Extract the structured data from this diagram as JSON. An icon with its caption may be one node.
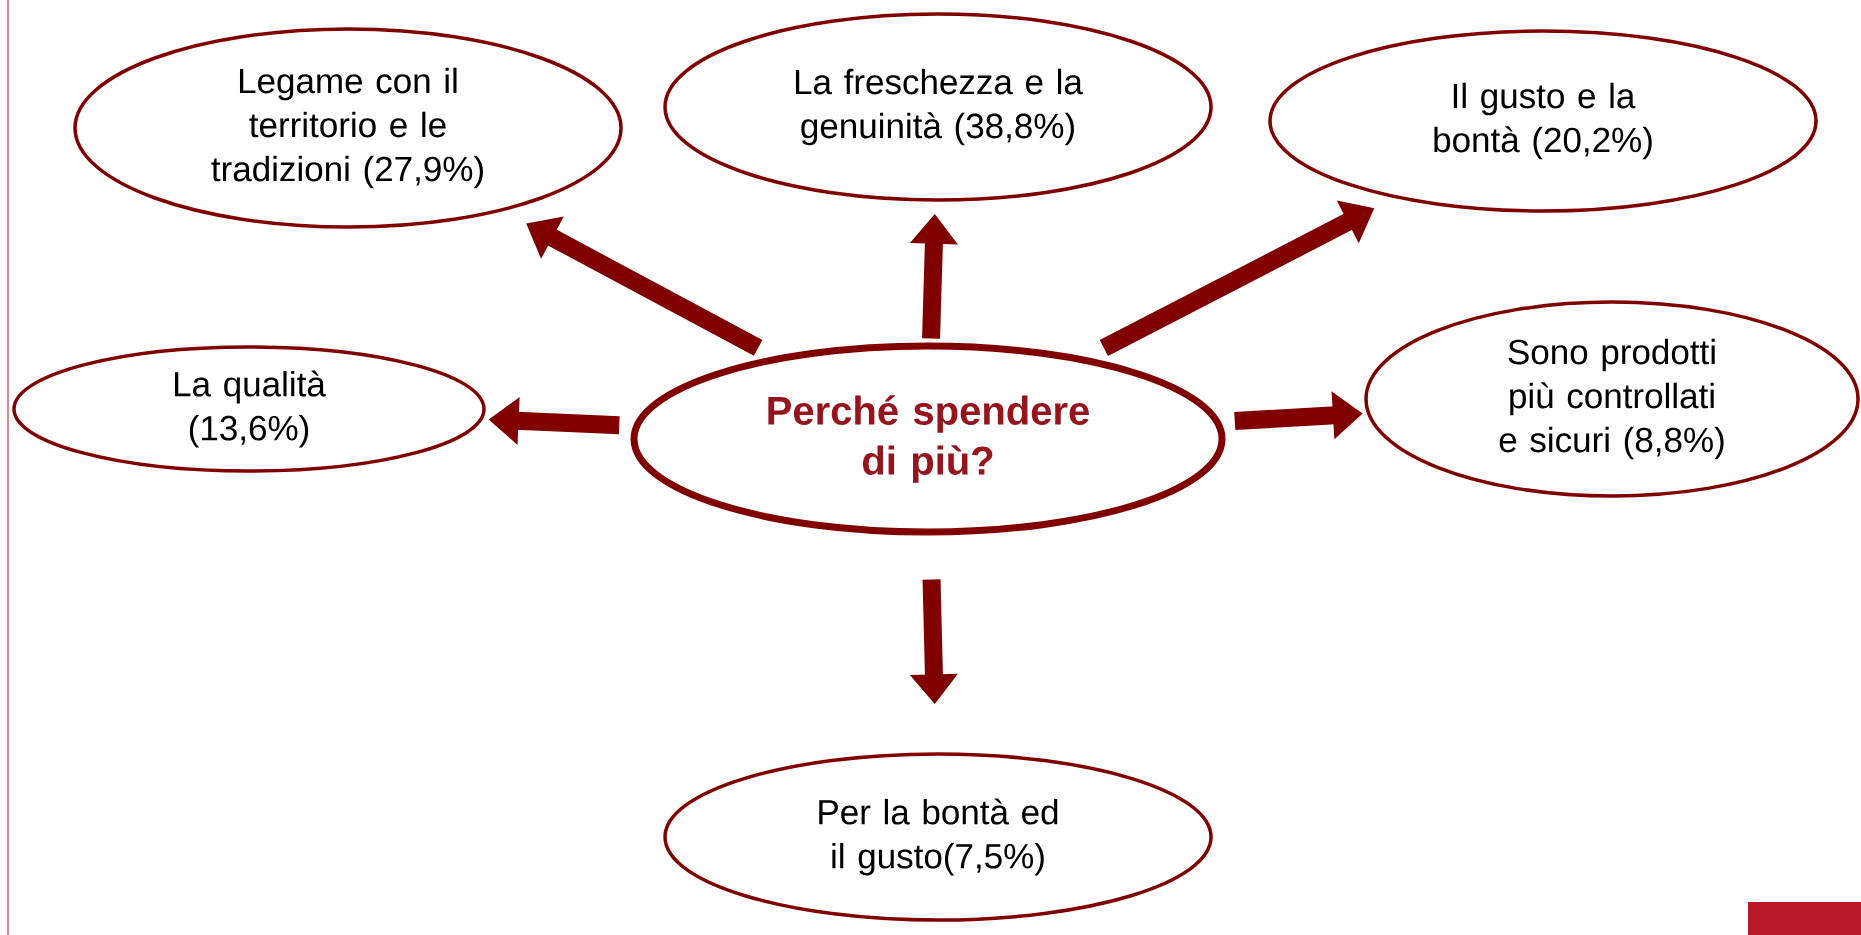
{
  "diagram": {
    "nodes": [
      {
        "text": [
          "Perché spendere di più?"
        ]
      },
      {
        "text": [
          "Legame con il territorio e le tradizioni (27,9%)"
        ]
      },
      {
        "text": [
          "La freschezza e la genuinità (38,8%)"
        ]
      },
      {
        "text": [
          "Il gusto e la bontà (20,2%)"
        ]
      },
      {
        "text": [
          "La qualità (13,6%)"
        ]
      },
      {
        "text": [
          "Sono prodotti più controllati e sicuri (8,8%)"
        ]
      },
      {
        "text": [
          "Per la bontà ed il gusto(7,5%)"
        ]
      }
    ],
    "edges": [
      {
        "from": 0,
        "to": 1,
        "arrow": "to"
      },
      {
        "from": 0,
        "to": 2,
        "arrow": "to"
      },
      {
        "from": 0,
        "to": 3,
        "arrow": "to"
      },
      {
        "from": 0,
        "to": 4,
        "arrow": "to"
      },
      {
        "from": 0,
        "to": 5,
        "arrow": "to"
      },
      {
        "from": 0,
        "to": 6,
        "arrow": "to"
      }
    ]
  }
}
